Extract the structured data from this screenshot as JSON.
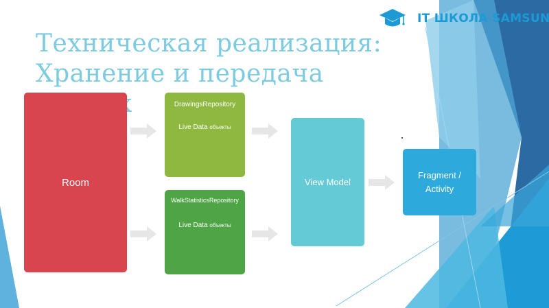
{
  "logo": {
    "text": "IT ШКОЛА SAMSUNG",
    "icon": "graduation-cap-icon",
    "color": "#1b9ad6"
  },
  "slide": {
    "title_line1": "Техническая реализация:",
    "title_line2": "Хранение и передача",
    "title_line3_partial": "х"
  },
  "diagram": {
    "room": {
      "label": "Room",
      "color": "#d8454f"
    },
    "drawings_repo": {
      "title": "DrawingsRepository",
      "sub": "Live Data",
      "sub_small": "объекты",
      "color": "#8fb841"
    },
    "walk_repo": {
      "title": "WalkStatisticsRepository",
      "sub": "Live Data",
      "sub_small": "объекты",
      "color": "#4fa446"
    },
    "view_model": {
      "label": "View Model",
      "color": "#64cad6"
    },
    "fragment": {
      "label": "Fragment / Activity",
      "color": "#2ea9db"
    },
    "arrow_icon": "arrow-right-icon",
    "arrow_color": "#e6e6e6"
  }
}
